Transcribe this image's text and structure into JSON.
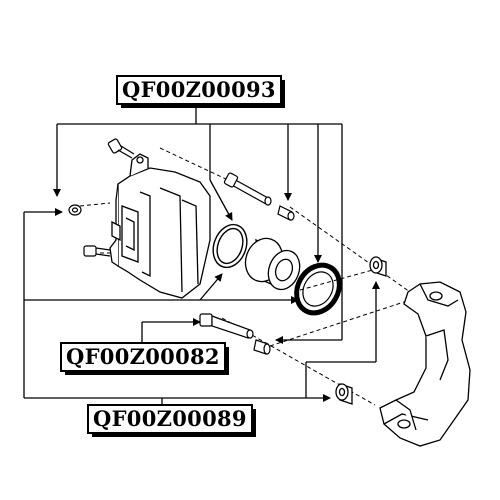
{
  "labels": {
    "kit_main": "QF00Z00093",
    "kit_pin": "QF00Z00082",
    "kit_bush": "QF00Z00089"
  }
}
